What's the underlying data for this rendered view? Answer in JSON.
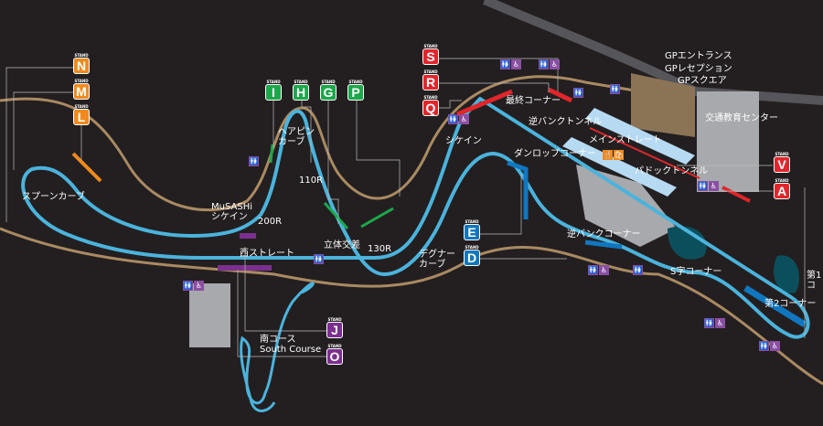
{
  "colors": {
    "background": "#231f20",
    "track": "#4bb3dc",
    "runoff": "#3c3c55",
    "road": "#a98a62",
    "stand_orange": "#f08a1e",
    "stand_green": "#1aa84a",
    "stand_red": "#e0262b",
    "stand_blue": "#1076bf",
    "stand_purple": "#7b2f8f",
    "building": "#a7a9ac",
    "pit_building": "#b6daf2"
  },
  "stand_caption": "STAND",
  "stands": {
    "N": "N",
    "M": "M",
    "L": "L",
    "I": "I",
    "H": "H",
    "G": "G",
    "P": "P",
    "S": "S",
    "R": "R",
    "Q": "Q",
    "V": "V",
    "A": "A",
    "E": "E",
    "D": "D",
    "J": "J",
    "O": "O"
  },
  "labels": {
    "gp_entrance": "GPエントランス",
    "gp_reception": "GPレセプション",
    "gp_square": "GPスクエア",
    "traffic_center": "交通教育センター",
    "final_corner": "最終コーナー",
    "reverse_bank_tunnel": "逆バンクトンネル",
    "chicane": "シケイン",
    "main_straight": "メインストレート",
    "dunlop_corner": "ダンロップコーナー",
    "paddock_tunnel": "パドックトンネル",
    "hairpin": "ヘアピン\nカーブ",
    "r110": "110R",
    "spoon_curve": "スプーンカーブ",
    "musashi_chicane": "MuSASHi\nシケイン",
    "r200": "200R",
    "crossover": "立体交差",
    "r130": "130R",
    "west_straight": "西ストレート",
    "degner_curve": "デグナー\nカーブ",
    "reverse_bank_corner": "逆バンクコーナー",
    "s_curves": "S字コーナー",
    "second_corner": "第2コーナー",
    "first_corner": "第1\nコ",
    "south_course": "南コース\nSouth Course"
  },
  "amenities": {
    "restroom": "🚻",
    "accessible": "♿",
    "food": "🍴",
    "shop": "🛍"
  }
}
